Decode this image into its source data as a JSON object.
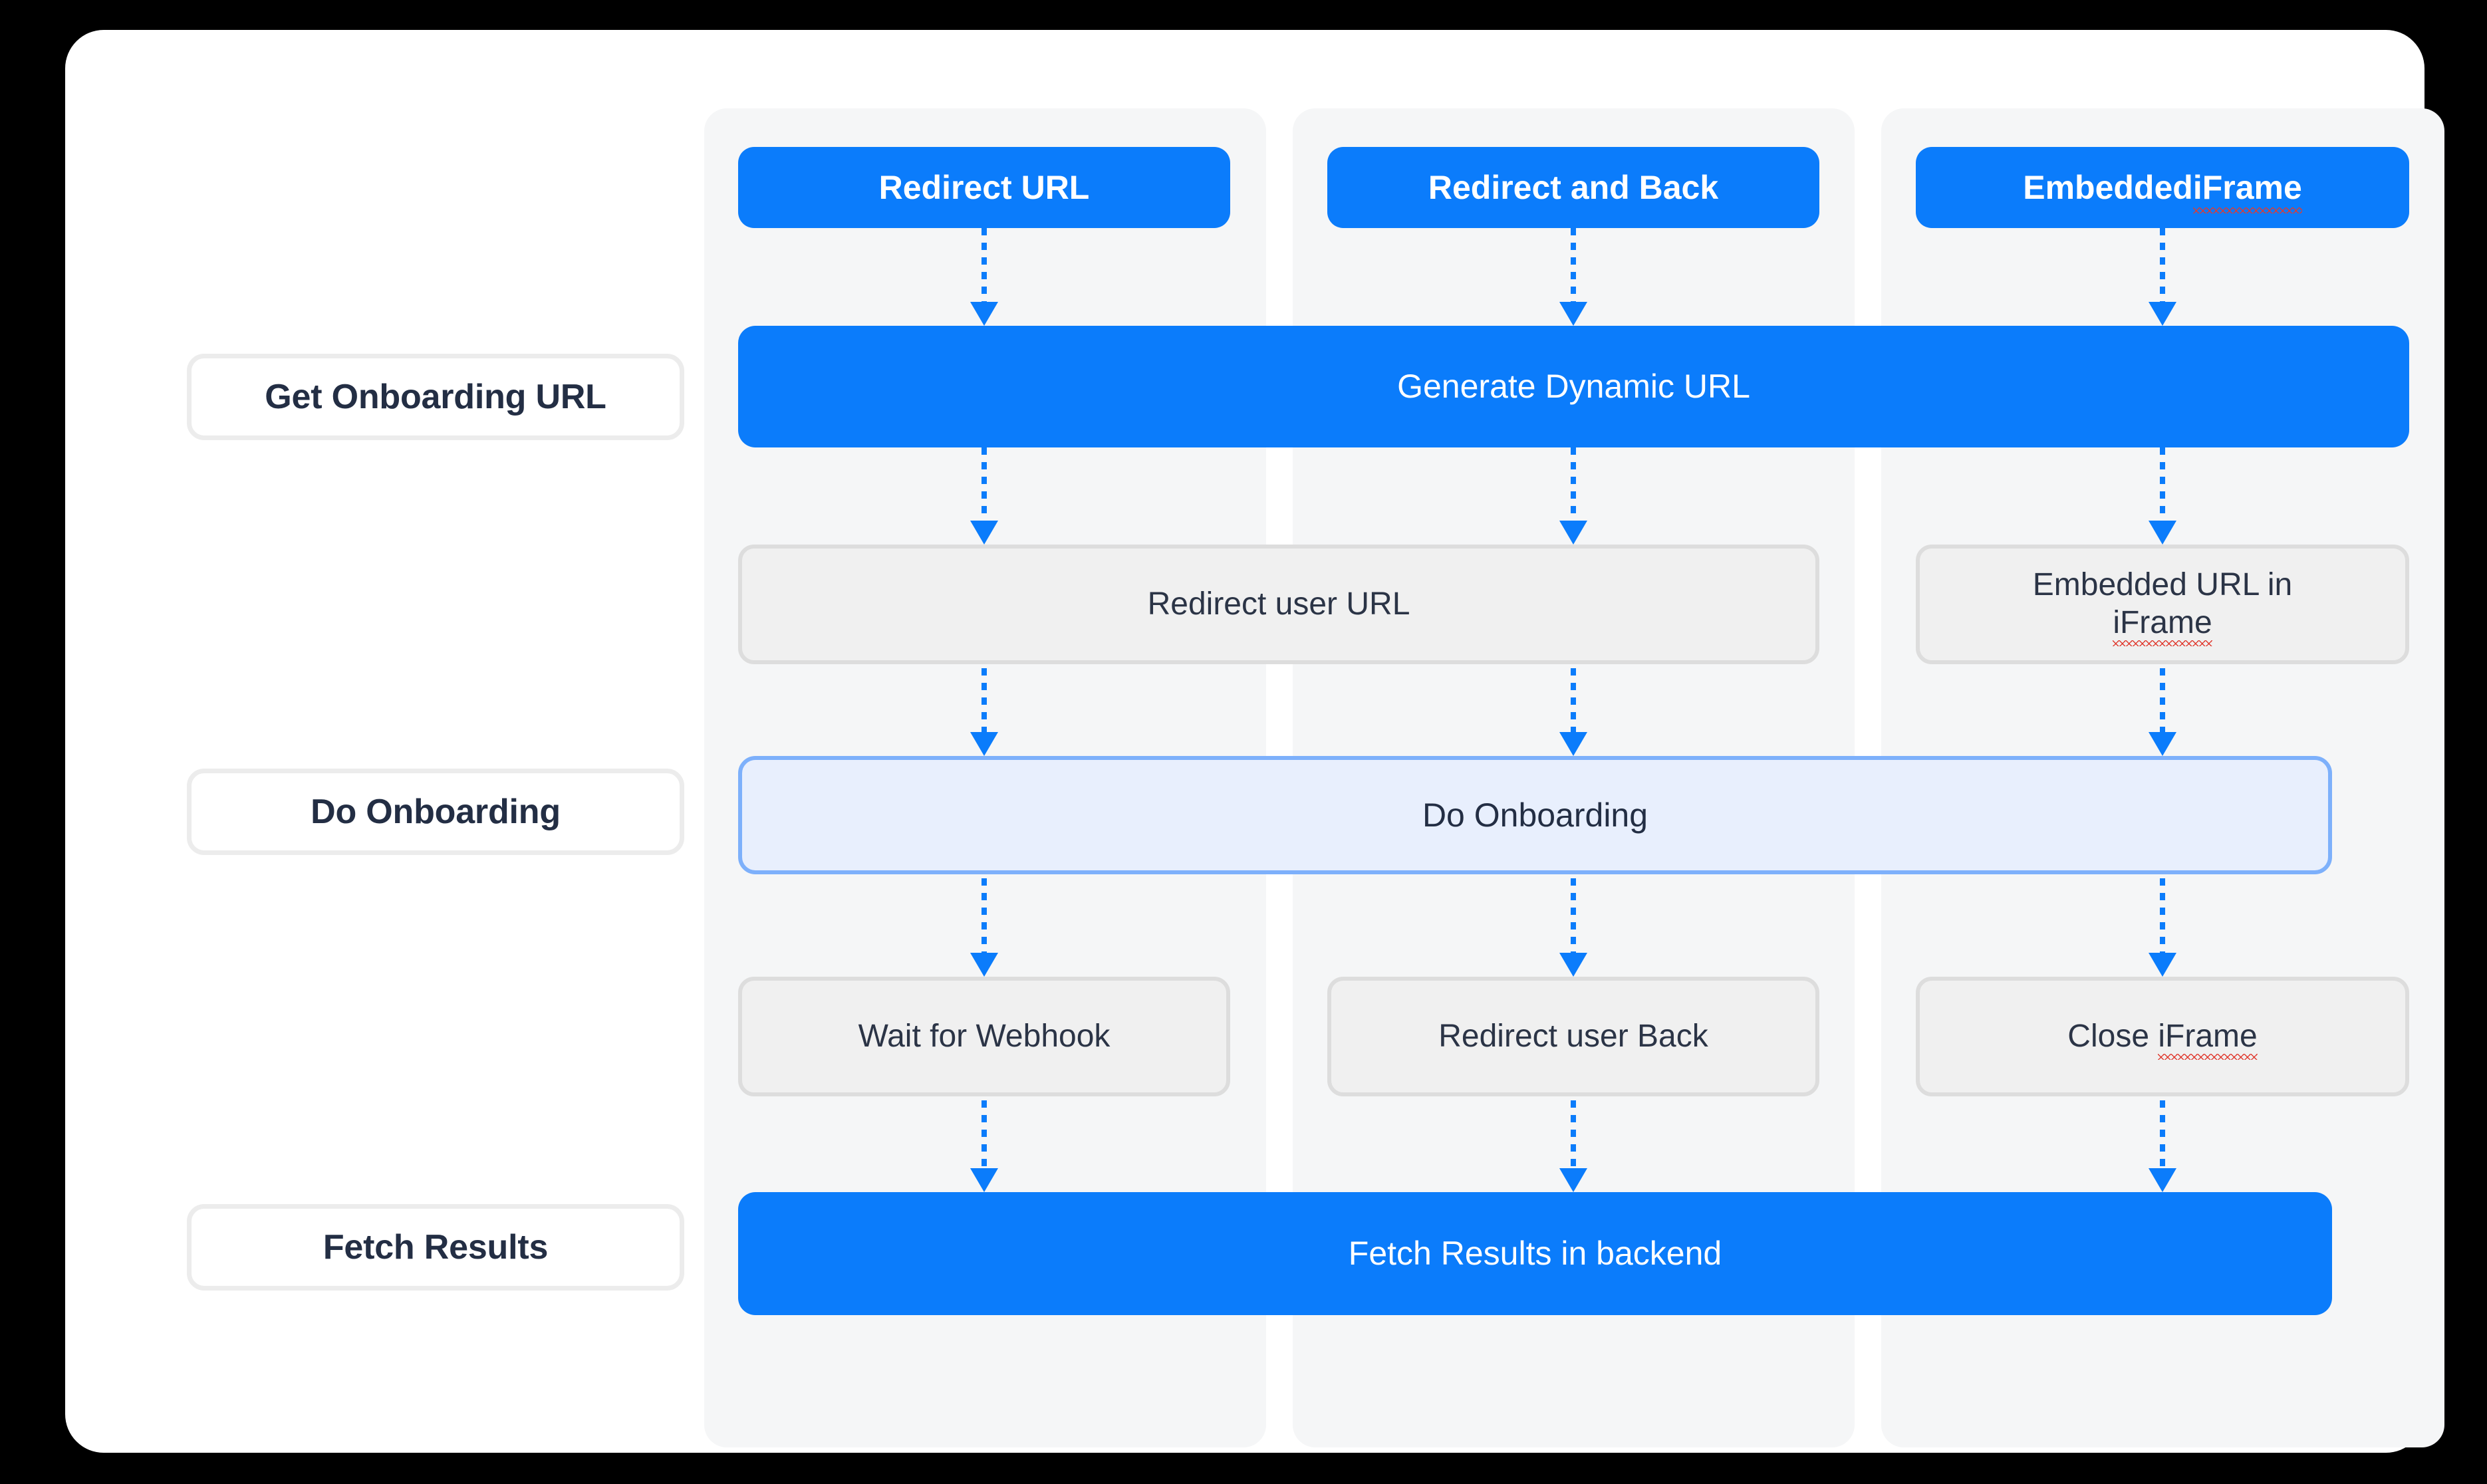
{
  "diagram": {
    "stages": [
      {
        "id": "get-onboarding-url",
        "label": "Get Onboarding URL"
      },
      {
        "id": "do-onboarding",
        "label": "Do Onboarding"
      },
      {
        "id": "fetch-results",
        "label": "Fetch Results"
      }
    ],
    "columns": [
      {
        "id": "redirect-url",
        "header": "Redirect URL"
      },
      {
        "id": "redirect-back",
        "header": "Redirect and Back"
      },
      {
        "id": "embedded-iframe",
        "header_prefix": "Embedded ",
        "header_misspelled": "iFrame"
      }
    ],
    "nodes": {
      "generate_dynamic_url": "Generate Dynamic URL",
      "redirect_user_url": "Redirect user URL",
      "embedded_url_line1": "Embedded URL in",
      "embedded_url_line2": "iFrame",
      "do_onboarding": "Do Onboarding",
      "wait_for_webhook": "Wait for Webhook",
      "redirect_user_back": "Redirect user Back",
      "close_iframe_prefix": "Close ",
      "close_iframe_misspelled": "iFrame",
      "fetch_results_backend": "Fetch Results in backend"
    },
    "colors": {
      "page_background": "#000000",
      "card_background": "#ffffff",
      "column_background": "#f5f6f7",
      "primary_blue": "#0b7cfb",
      "accent_fill": "#e8effd",
      "accent_border": "#7db0fb",
      "neutral_fill": "#f0f0f0",
      "neutral_border": "#dddddd",
      "text_dark": "#232e44",
      "text_light": "#ffffff",
      "spellcheck_red": "#e03b30"
    }
  }
}
